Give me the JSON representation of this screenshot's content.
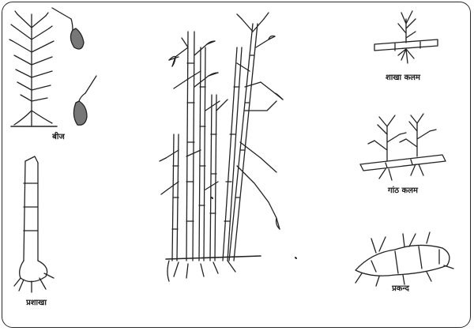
{
  "figure": {
    "labels": {
      "seed": "बीज",
      "branch_cutting": "शाखा कलम",
      "node_cutting": "गांठ कलम",
      "rhizome": "प्रकन्द",
      "offset": "प्रशाखा"
    }
  }
}
